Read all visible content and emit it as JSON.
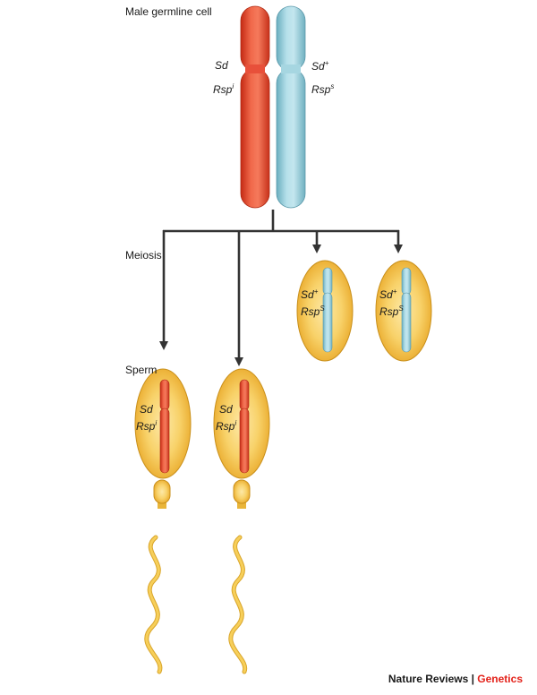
{
  "labels": {
    "title": "Male germline cell",
    "meiosis": "Meiosis",
    "sperm": "Sperm"
  },
  "parent": {
    "left_allele_1": "Sd",
    "left_allele_2_base": "Rsp",
    "left_allele_2_sup": "i",
    "right_allele_1_base": "Sd",
    "right_allele_1_sup": "+",
    "right_allele_2_base": "Rsp",
    "right_allele_2_sup": "s"
  },
  "cells": [
    {
      "allele_1_base": "Sd",
      "allele_1_sup": "+",
      "allele_2_base": "Rsp",
      "allele_2_sup": "S"
    },
    {
      "allele_1_base": "Sd",
      "allele_1_sup": "+",
      "allele_2_base": "Rsp",
      "allele_2_sup": "S"
    },
    {
      "allele_1_base": "Sd",
      "allele_1_sup": "",
      "allele_2_base": "Rsp",
      "allele_2_sup": "i"
    },
    {
      "allele_1_base": "Sd",
      "allele_1_sup": "",
      "allele_2_base": "Rsp",
      "allele_2_sup": "i"
    }
  ],
  "credit": {
    "journal": "Nature Reviews",
    "separator": " | ",
    "section": "Genetics"
  },
  "colors": {
    "red_chromosome": "#e8452a",
    "blue_chromosome": "#8ec9d6",
    "cell_fill": "#f5c445",
    "arrow": "#333333",
    "credit_red": "#e32119"
  }
}
